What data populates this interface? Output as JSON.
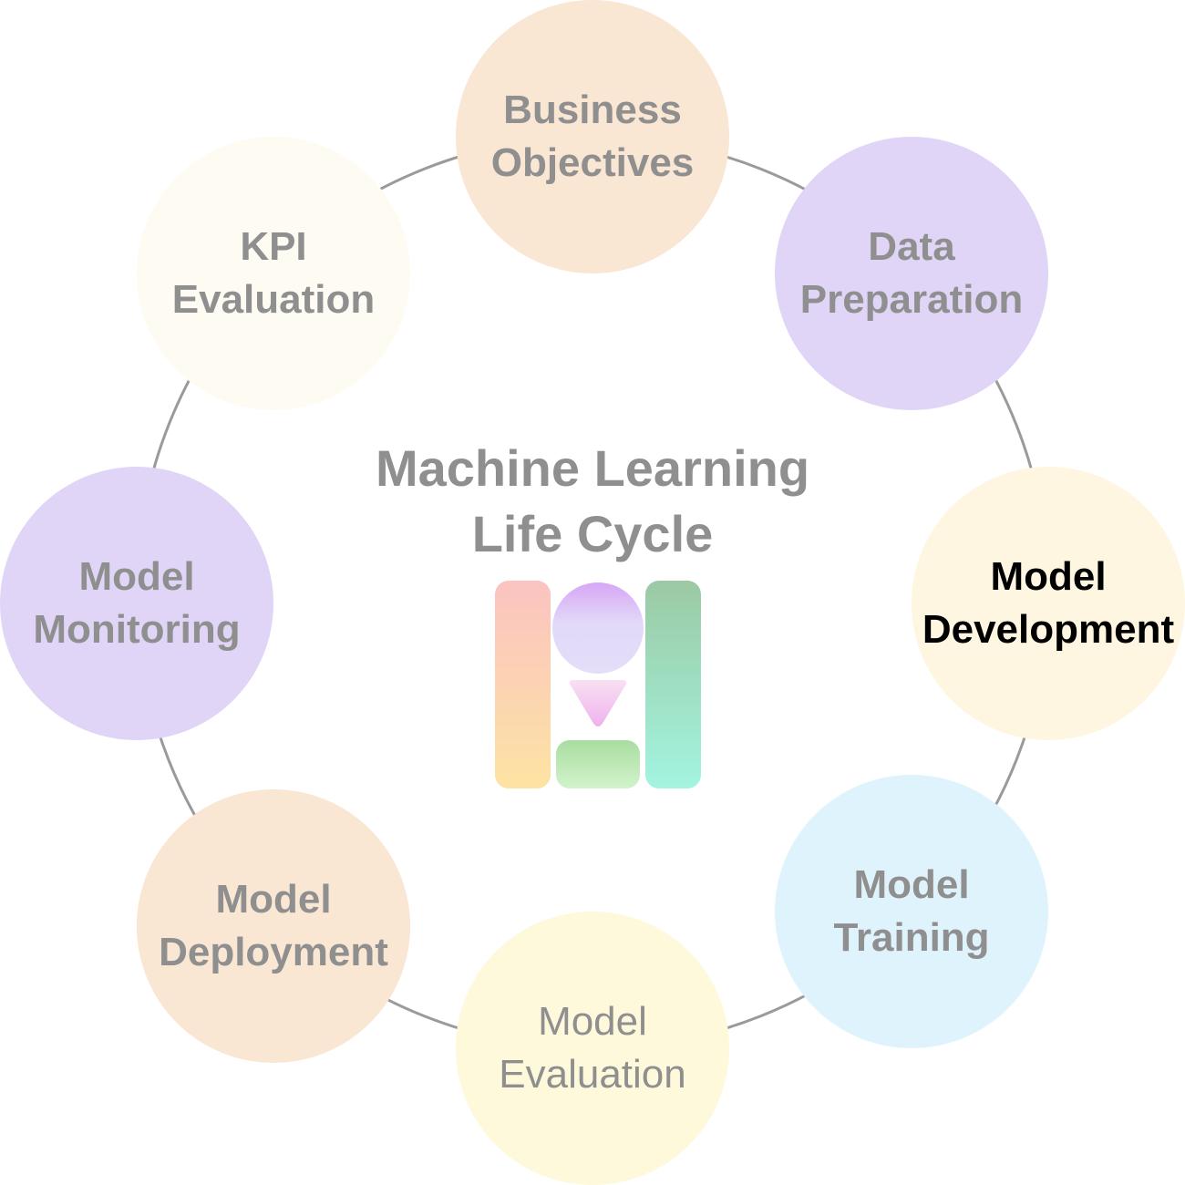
{
  "title": "Machine Learning\nLife Cycle",
  "colors": {
    "ring_line": "#9a9a9a",
    "label_muted": "#8f8f8f",
    "label_active": "#000000",
    "peach": "#f9e6d3",
    "lavender": "#e0d5f7",
    "cream": "#fef6e0",
    "sky": "#dff3fc",
    "pale_yellow": "#fef9db",
    "ivory": "#fefbf3"
  },
  "stages": [
    {
      "label": "Business\nObjectives",
      "color": "#f9e6d3"
    },
    {
      "label": "Data\nPreparation",
      "color": "#e0d5f7"
    },
    {
      "label": "Model\nDevelopment",
      "color": "#fef6e0",
      "active": true
    },
    {
      "label": "Model\nTraining",
      "color": "#dff3fc"
    },
    {
      "label": "Model\nEvaluation",
      "color": "#fef9db"
    },
    {
      "label": "Model\nDeployment",
      "color": "#f9e6d3"
    },
    {
      "label": "Model\nMonitoring",
      "color": "#e0d5f7"
    },
    {
      "label": "KPI\nEvaluation",
      "color": "#fefbf3"
    }
  ],
  "logo": {
    "name": "app-logo-icon"
  }
}
